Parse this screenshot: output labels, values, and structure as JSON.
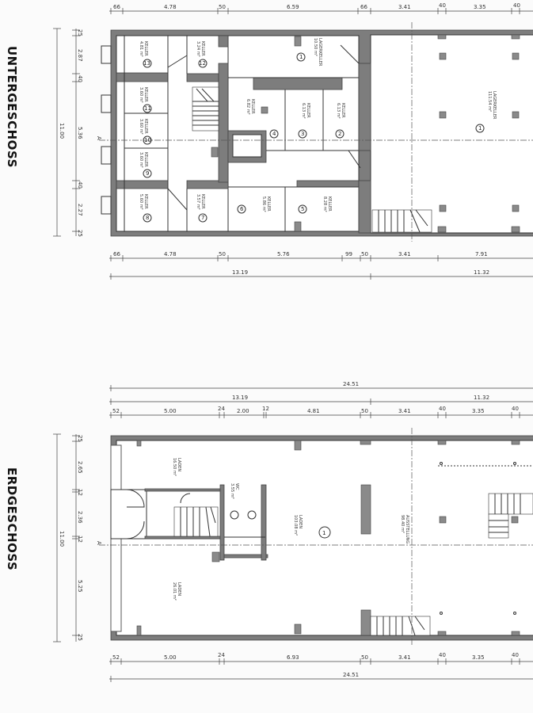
{
  "ug": {
    "title": "UNTERGESCHOSS",
    "top_dims": [
      "66",
      "4.78",
      "50",
      "6.59",
      "66",
      "3.41",
      "40",
      "3.35",
      "40"
    ],
    "bottom_dims": [
      "66",
      "4.78",
      "50",
      "5.76",
      "99",
      "50",
      "3.41",
      "7.91"
    ],
    "bottom_totals": [
      "13.19",
      "11.32"
    ],
    "side_total": "11.00",
    "side_dims": [
      "25",
      "2.87",
      "40",
      "5.36",
      "40",
      "2.27",
      "25"
    ],
    "section_marker": "A",
    "rooms": [
      {
        "name": "KELLER",
        "area": "4.81 m²",
        "num": "13"
      },
      {
        "name": "KELLER",
        "area": "3.24 m²",
        "num": "12"
      },
      {
        "name": "KELLER",
        "area": "3.60 m²",
        "num": "11"
      },
      {
        "name": "KELLER",
        "area": "3.60 m²",
        "num": "10"
      },
      {
        "name": "KELLER",
        "area": "3.60 m²",
        "num": "9"
      },
      {
        "name": "KELLER",
        "area": "5.60 m²",
        "num": "8"
      },
      {
        "name": "KELLER",
        "area": "3.57 m²",
        "num": "7"
      },
      {
        "name": "LAGERKELLER",
        "area": "10.50 m²",
        "num": "1"
      },
      {
        "name": "KELLER",
        "area": "6.82 m²",
        "num": "4"
      },
      {
        "name": "KELLER",
        "area": "6.13 m²",
        "num": "3"
      },
      {
        "name": "KELLER",
        "area": "6.13 m²",
        "num": "2"
      },
      {
        "name": "KELLER",
        "area": "5.86 m²",
        "num": "6"
      },
      {
        "name": "KELLER",
        "area": "8.28 m²",
        "num": "5"
      },
      {
        "name": "LAGERKELLER",
        "area": "111.54 m²",
        "num": "1"
      }
    ]
  },
  "eg": {
    "title": "ERDGESCHOSS",
    "overall_top": "24.51",
    "top_totals": [
      "13.19",
      "11.32"
    ],
    "top_dims": [
      "52",
      "5.00",
      "24",
      "2.00",
      "12",
      "4.81",
      "50",
      "3.41",
      "40",
      "3.35",
      "40"
    ],
    "bottom_dims": [
      "52",
      "5.00",
      "24",
      "6.93",
      "50",
      "3.41",
      "40",
      "3.35",
      "40"
    ],
    "overall_bottom": "24.51",
    "side_total": "11.00",
    "side_dims": [
      "25",
      "2.65",
      "12",
      "2.36",
      "12",
      "5.25",
      "25"
    ],
    "section_marker": "A",
    "rooms": [
      {
        "name": "LADEN",
        "area": "16.50 m²"
      },
      {
        "name": "WC",
        "area": "3.55 m²"
      },
      {
        "name": "LADEN",
        "area": "103.08 m²",
        "num": "1"
      },
      {
        "name": "LADEN",
        "area": "26.01 m²"
      },
      {
        "name": "AUSSTELLUNG",
        "area": "98.40 m²"
      }
    ]
  }
}
